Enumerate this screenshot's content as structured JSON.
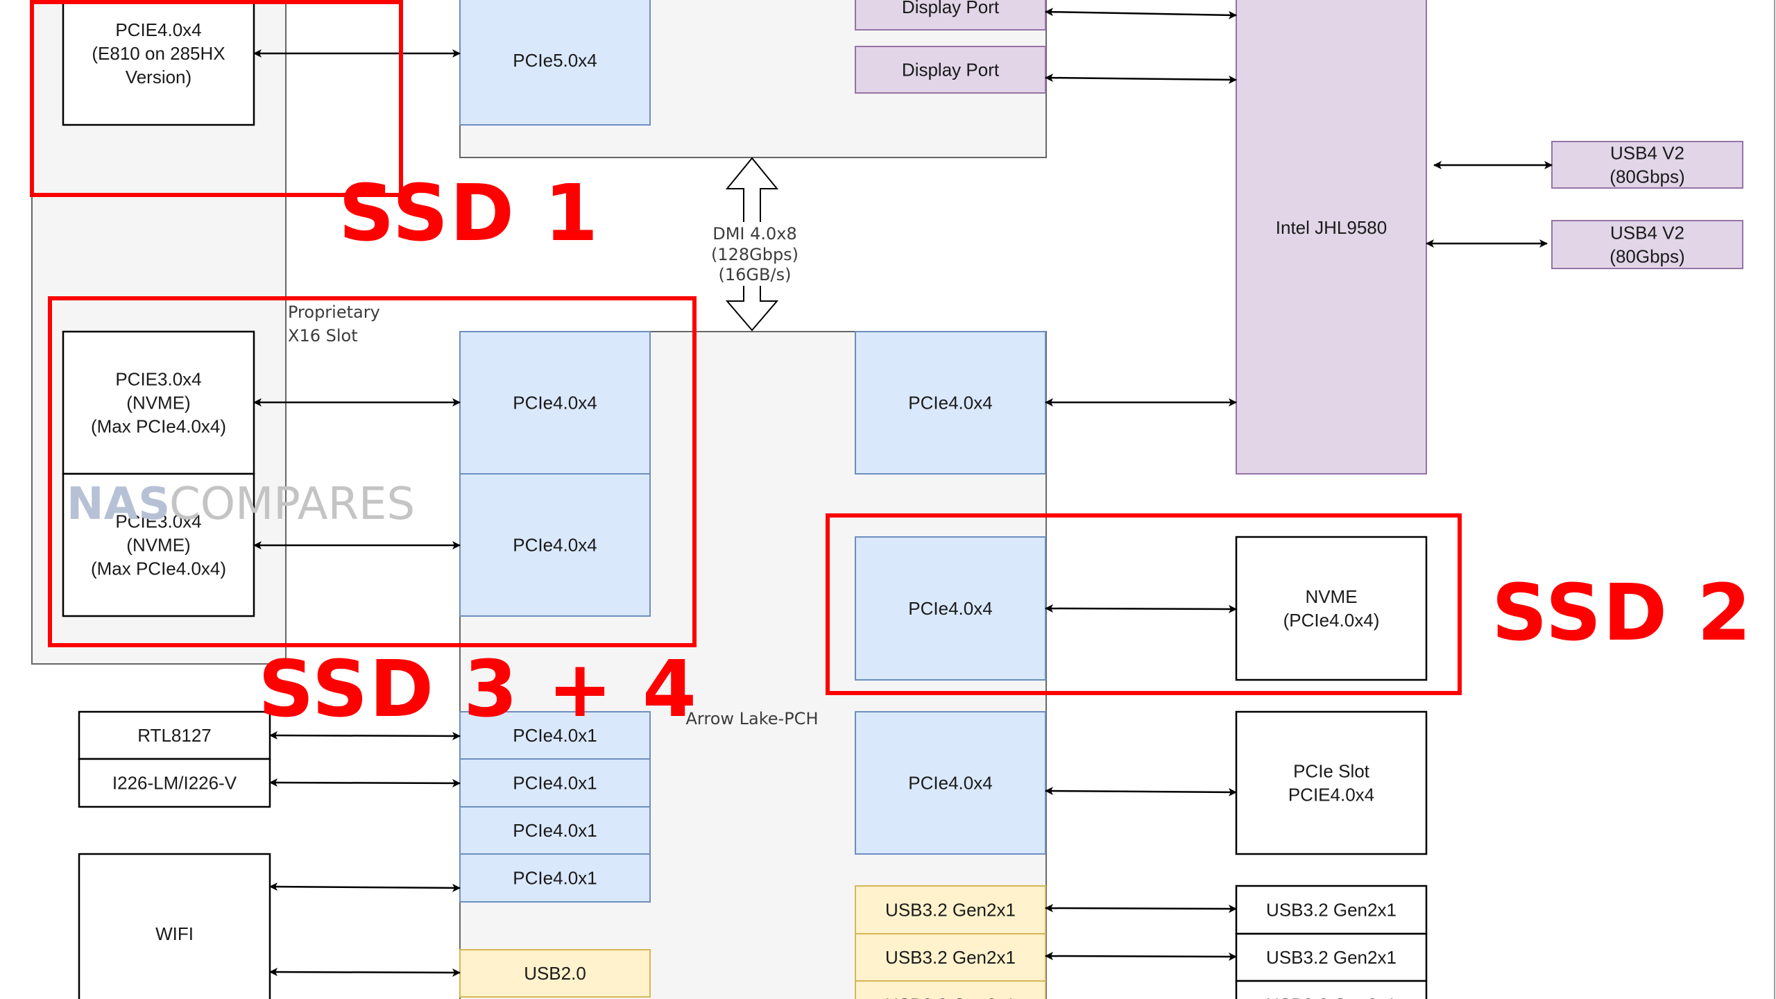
{
  "diagram": {
    "title": "Arrow Lake platform block diagram",
    "colors": {
      "blue_fill": "#dae8fc",
      "blue_stroke": "#6c8ebf",
      "purple_fill": "#e1d5e7",
      "purple_stroke": "#9673a6",
      "yellow_fill": "#fff2cc",
      "yellow_stroke": "#d6b656",
      "panel_fill": "#f5f5f5",
      "panel_stroke": "#666666",
      "highlight_red": "#ff0000"
    },
    "cpu_left_panel": {},
    "cpu_top_panel": {},
    "pch_panel": {
      "label": "Arrow Lake-PCH"
    },
    "proprietary_slot_label": [
      "Proprietary",
      "X16 Slot"
    ],
    "dmi_link": {
      "lines": [
        "DMI 4.0x8",
        "(128Gbps)",
        "(16GB/s)"
      ]
    },
    "watermark": {
      "part1": "NAS",
      "part2": "COMPARES"
    },
    "highlights": [
      {
        "label": "SSD 1"
      },
      {
        "label": "SSD 3 + 4"
      },
      {
        "label": "SSD 2"
      }
    ],
    "nodes": {
      "e810": {
        "lines": [
          "PCIE4.0x4",
          "(E810 on 285HX",
          "Version)"
        ],
        "style": "white"
      },
      "cpu_pcie5": {
        "lines": [
          "PCIe5.0x4"
        ],
        "style": "blue"
      },
      "cpu_dp1": {
        "lines": [
          "Display Port"
        ],
        "style": "purple"
      },
      "cpu_dp2": {
        "lines": [
          "Display Port"
        ],
        "style": "purple"
      },
      "jhl9580": {
        "lines": [
          "Intel JHL9580"
        ],
        "style": "purple"
      },
      "usb4_1": {
        "lines": [
          "USB4 V2",
          "(80Gbps)"
        ],
        "style": "purple"
      },
      "usb4_2": {
        "lines": [
          "USB4 V2",
          "(80Gbps)"
        ],
        "style": "purple"
      },
      "nvme_slot_1": {
        "lines": [
          "PCIE3.0x4",
          "(NVME)",
          "(Max PCIe4.0x4)"
        ],
        "style": "white"
      },
      "nvme_slot_2": {
        "lines": [
          "PCIE3.0x4",
          "(NVME)",
          "(Max PCIe4.0x4)"
        ],
        "style": "white"
      },
      "pch_pcie4_a": {
        "lines": [
          "PCIe4.0x4"
        ],
        "style": "blue"
      },
      "pch_pcie4_b": {
        "lines": [
          "PCIe4.0x4"
        ],
        "style": "blue"
      },
      "pch_pcie4_c": {
        "lines": [
          "PCIe4.0x4"
        ],
        "style": "blue"
      },
      "pch_pcie4_d": {
        "lines": [
          "PCIe4.0x4"
        ],
        "style": "blue"
      },
      "pch_pcie4_e": {
        "lines": [
          "PCIe4.0x4"
        ],
        "style": "blue"
      },
      "nvme_ssd2": {
        "lines": [
          "NVME",
          "(PCIe4.0x4)"
        ],
        "style": "white"
      },
      "pcie_slot": {
        "lines": [
          "PCIe Slot",
          "PCIE4.0x4"
        ],
        "style": "white"
      },
      "rtl8127": {
        "lines": [
          "RTL8127"
        ],
        "style": "white"
      },
      "i226": {
        "lines": [
          "I226-LM/I226-V"
        ],
        "style": "white"
      },
      "wifi": {
        "lines": [
          "WIFI"
        ],
        "style": "white"
      },
      "pch_x1_1": {
        "lines": [
          "PCIe4.0x1"
        ],
        "style": "blue"
      },
      "pch_x1_2": {
        "lines": [
          "PCIe4.0x1"
        ],
        "style": "blue"
      },
      "pch_x1_3": {
        "lines": [
          "PCIe4.0x1"
        ],
        "style": "blue"
      },
      "pch_x1_4": {
        "lines": [
          "PCIe4.0x1"
        ],
        "style": "blue"
      },
      "pch_usb2": {
        "lines": [
          "USB2.0"
        ],
        "style": "yellow"
      },
      "pch_usb32_1": {
        "lines": [
          "USB3.2 Gen2x1"
        ],
        "style": "yellow"
      },
      "pch_usb32_2": {
        "lines": [
          "USB3.2 Gen2x1"
        ],
        "style": "yellow"
      },
      "pch_usb32_3": {
        "lines": [
          "USB3.2 Gen2x1"
        ],
        "style": "yellow"
      },
      "port_usb32_1": {
        "lines": [
          "USB3.2 Gen2x1"
        ],
        "style": "white"
      },
      "port_usb32_2": {
        "lines": [
          "USB3.2 Gen2x1"
        ],
        "style": "white"
      },
      "port_usb32_3": {
        "lines": [
          "USB3.2 Gen2x1"
        ],
        "style": "white"
      }
    },
    "links": [
      {
        "from": "e810",
        "to": "cpu_pcie5"
      },
      {
        "from": "cpu_dp1",
        "to": "jhl9580"
      },
      {
        "from": "cpu_dp2",
        "to": "jhl9580"
      },
      {
        "from": "jhl9580",
        "to": "usb4_1"
      },
      {
        "from": "jhl9580",
        "to": "usb4_2"
      },
      {
        "from": "nvme_slot_1",
        "to": "pch_pcie4_a"
      },
      {
        "from": "nvme_slot_2",
        "to": "pch_pcie4_b"
      },
      {
        "from": "pch_pcie4_c",
        "to": "jhl9580"
      },
      {
        "from": "pch_pcie4_d",
        "to": "nvme_ssd2"
      },
      {
        "from": "pch_pcie4_e",
        "to": "pcie_slot"
      },
      {
        "from": "rtl8127",
        "to": "pch_x1_1"
      },
      {
        "from": "i226",
        "to": "pch_x1_2"
      },
      {
        "from": "wifi",
        "to": "pch_x1_4"
      },
      {
        "from": "wifi",
        "to": "pch_usb2"
      },
      {
        "from": "pch_usb32_1",
        "to": "port_usb32_1"
      },
      {
        "from": "pch_usb32_2",
        "to": "port_usb32_2"
      },
      {
        "from": "pch_usb32_3",
        "to": "port_usb32_3"
      }
    ]
  }
}
